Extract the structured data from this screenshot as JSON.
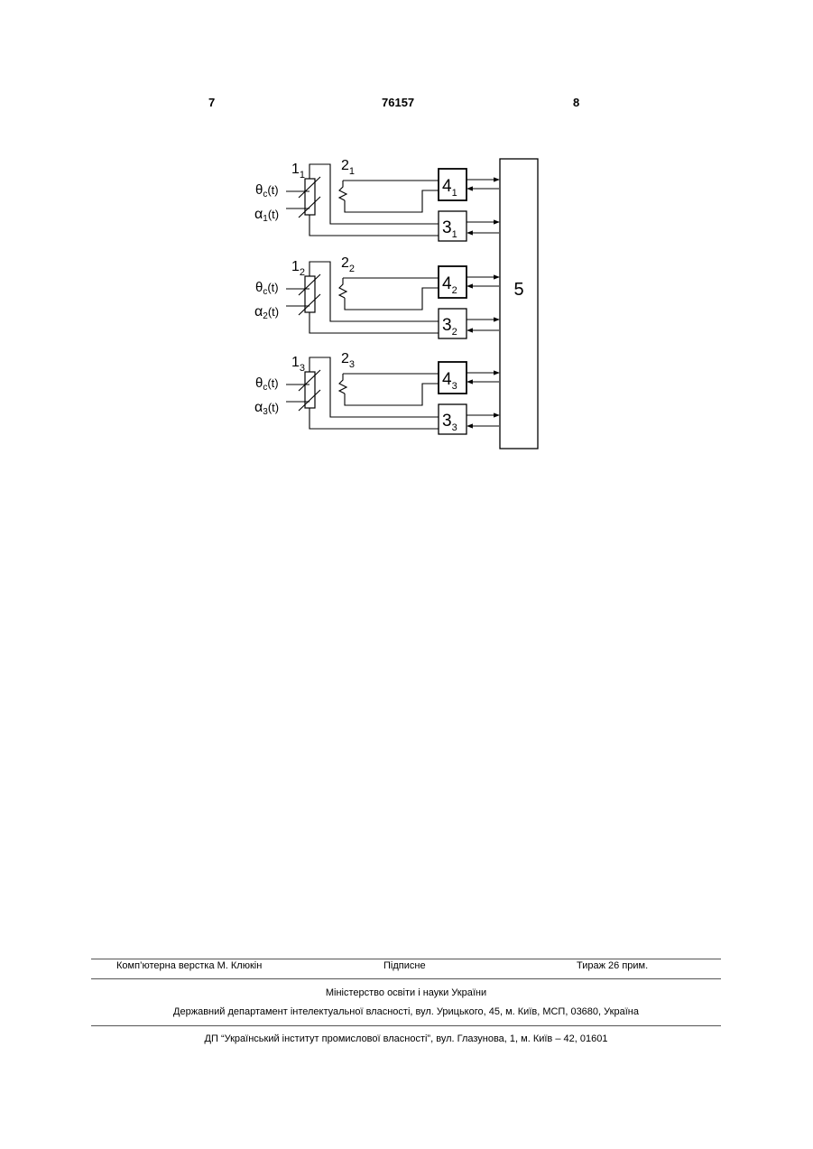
{
  "header": {
    "left": "7",
    "center": "76157",
    "right": "8"
  },
  "diagram": {
    "controller_label": "5",
    "channels": [
      {
        "sensor": "1",
        "sub": "1",
        "heater": "2",
        "theta": "θ",
        "theta_sub": "c",
        "alpha": "α",
        "alpha_sub": "1",
        "arg": "(t)",
        "block4": "4",
        "block3": "3"
      },
      {
        "sensor": "1",
        "sub": "2",
        "heater": "2",
        "theta": "θ",
        "theta_sub": "c",
        "alpha": "α",
        "alpha_sub": "2",
        "arg": "(t)",
        "block4": "4",
        "block3": "3"
      },
      {
        "sensor": "1",
        "sub": "3",
        "heater": "2",
        "theta": "θ",
        "theta_sub": "c",
        "alpha": "α",
        "alpha_sub": "3",
        "arg": "(t)",
        "block4": "4",
        "block3": "3"
      }
    ]
  },
  "footer": {
    "layout": "Комп’ютерна верстка М. Клюкін",
    "signed": "Підписне",
    "circulation": "Тираж 26 прим.",
    "ministry": "Міністерство освіти і науки України",
    "department": "Державний департамент інтелектуальної власності, вул. Урицького, 45, м. Київ, МСП, 03680, Україна",
    "institute": "ДП “Український інститут промислової власності”, вул. Глазунова, 1, м. Київ – 42, 01601"
  }
}
